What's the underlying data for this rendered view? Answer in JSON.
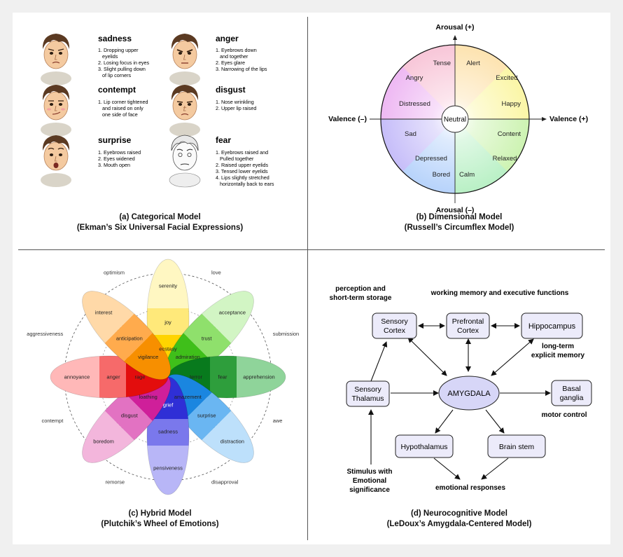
{
  "panel_a": {
    "caption_line1": "(a) Categorical Model",
    "caption_line2": "(Ekman’s Six Universal Facial Expressions)",
    "emotions": [
      {
        "name": "sadness",
        "items": [
          "1. Dropping upper",
          "eyelids",
          "2. Losing focus in eyes",
          "3. Slight pulling down",
          "of lip corners"
        ]
      },
      {
        "name": "anger",
        "items": [
          "1. Eyebrows down",
          "and together",
          "2. Eyes glare",
          "3. Narrowing of the lips"
        ]
      },
      {
        "name": "contempt",
        "items": [
          "1. Lip corner tightened",
          "and raised on only",
          "one side of face"
        ]
      },
      {
        "name": "disgust",
        "items": [
          "1. Nose wrinkling",
          "2. Upper lip raised"
        ]
      },
      {
        "name": "surprise",
        "items": [
          "1. Eyebrows raised",
          "2. Eyes widened",
          "3. Mouth open"
        ]
      },
      {
        "name": "fear",
        "items": [
          "1. Eyebrows raised and",
          "Pulled together",
          "2. Raised upper eyelids",
          "3. Tensed lower eyelids",
          "4. Lips slightly stretched",
          "horizontally back to ears"
        ]
      }
    ]
  },
  "panel_b": {
    "caption_line1": "(b) Dimensional Model",
    "caption_line2": "(Russell’s Circumflex Model)",
    "arousal_plus": "Arousal (+)",
    "arousal_minus": "Arousal (–)",
    "valence_minus": "Valence (–)",
    "valence_plus": "Valence (+)",
    "center": "Neutral",
    "labels": [
      "Tense",
      "Alert",
      "Angry",
      "Excited",
      "Distressed",
      "Happy",
      "Sad",
      "Content",
      "Depressed",
      "Relaxed",
      "Bored",
      "Calm"
    ]
  },
  "panel_c": {
    "caption_line1": "(c) Hybrid Model",
    "caption_line2": "(Plutchik’s Wheel of Emotions)",
    "petals": [
      {
        "outer": "serenity",
        "mid": "joy",
        "inner": "ecstasy",
        "colors": [
          "#fff7c2",
          "#ffe97a",
          "#ffd400"
        ]
      },
      {
        "outer": "acceptance",
        "mid": "trust",
        "inner": "admiration",
        "colors": [
          "#d2f5c4",
          "#8fe06c",
          "#3fbf1a"
        ]
      },
      {
        "outer": "apprehension",
        "mid": "fear",
        "inner": "terror",
        "colors": [
          "#8fd49a",
          "#2e9e3c",
          "#087a1d"
        ]
      },
      {
        "outer": "distraction",
        "mid": "surprise",
        "inner": "amazement",
        "colors": [
          "#bde0fb",
          "#6ab6f2",
          "#1a86e0"
        ]
      },
      {
        "outer": "pensiveness",
        "mid": "sadness",
        "inner": "grief",
        "colors": [
          "#b8b6f7",
          "#7a78ec",
          "#2f2fd6"
        ]
      },
      {
        "outer": "boredom",
        "mid": "disgust",
        "inner": "loathing",
        "colors": [
          "#f3b6dc",
          "#e272c2",
          "#cf1f9a"
        ]
      },
      {
        "outer": "annoyance",
        "mid": "anger",
        "inner": "rage",
        "colors": [
          "#ffb8b8",
          "#f66a6a",
          "#e30d0d"
        ]
      },
      {
        "outer": "interest",
        "mid": "anticipation",
        "inner": "vigilance",
        "colors": [
          "#ffd9a8",
          "#ffab4d",
          "#f78f00"
        ]
      }
    ],
    "dyads": [
      "love",
      "submission",
      "awe",
      "disapproval",
      "remorse",
      "contempt",
      "aggressiveness",
      "optimism"
    ]
  },
  "panel_d": {
    "caption_line1": "(d) Neurocognitive Model",
    "caption_line2": "(LeDoux’s Amygdala-Centered Model)",
    "nodes": {
      "sensory_cortex": [
        "Sensory",
        "Cortex"
      ],
      "prefrontal_cortex": [
        "Prefrontal",
        "Cortex"
      ],
      "hippocampus": "Hippocampus",
      "sensory_thalamus": [
        "Sensory",
        "Thalamus"
      ],
      "amygdala": "AMYGDALA",
      "basal_ganglia": [
        "Basal",
        "ganglia"
      ],
      "hypothalamus": "Hypothalamus",
      "brain_stem": "Brain stem"
    },
    "labels": {
      "perception": [
        "perception and",
        "short-term storage"
      ],
      "working_memory": "working memory and executive functions",
      "long_term": [
        "long-term",
        "explicit memory"
      ],
      "motor_control": "motor control",
      "stimulus": [
        "Stimulus with",
        "Emotional",
        "significance"
      ],
      "emotional_responses": "emotional responses"
    },
    "colors": {
      "node_fill": "#ecebfa",
      "amygdala_fill": "#d7d6f7",
      "stroke": "#222222"
    }
  }
}
